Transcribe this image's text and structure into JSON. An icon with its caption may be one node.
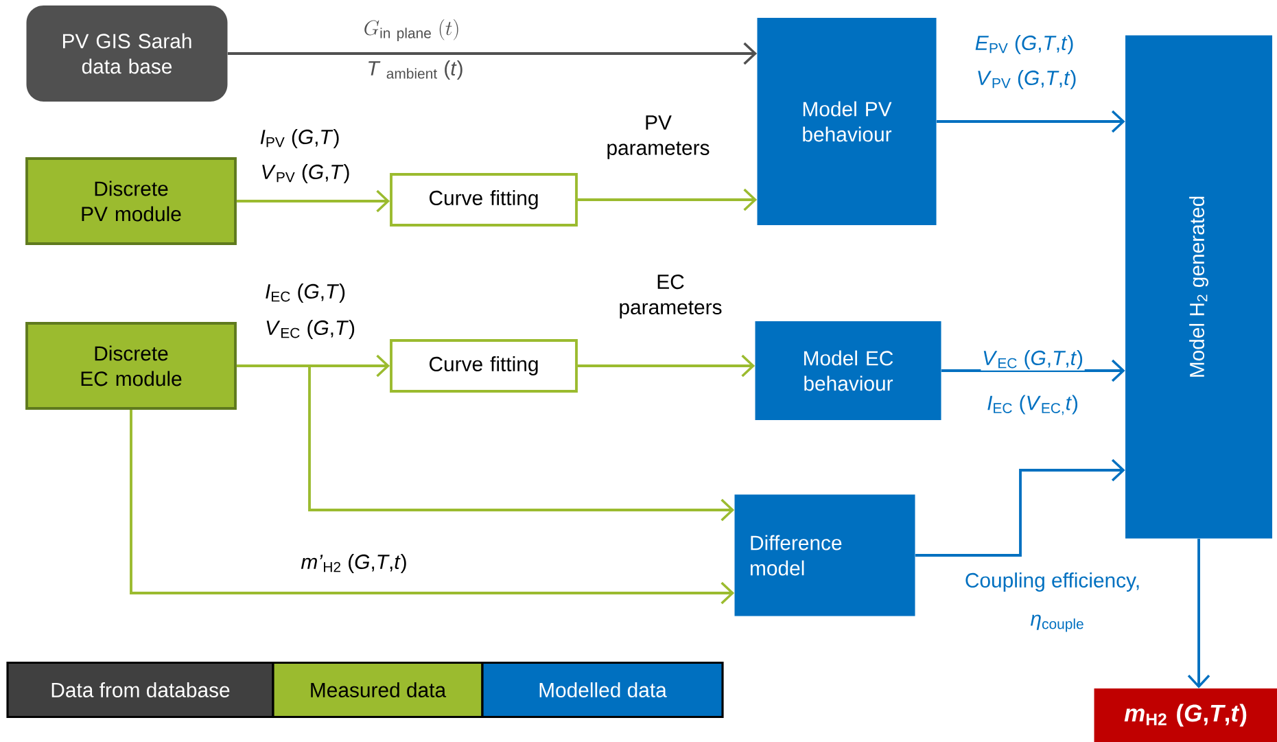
{
  "diagram": {
    "nodes": [
      {
        "text": [
          "PV GIS Sarah data base"
        ]
      },
      {
        "text": [
          "Discrete PV module"
        ]
      },
      {
        "text": [
          "Curve fitting"
        ]
      },
      {
        "text": [
          "Model PV behaviour"
        ]
      },
      {
        "text": [
          "Discrete EC module"
        ]
      },
      {
        "text": [
          "Curve fitting"
        ]
      },
      {
        "text": [
          "Model EC behaviour"
        ]
      },
      {
        "text": [
          "Difference model"
        ]
      },
      {
        "text": [
          "Model  H$_{2}$ generated"
        ]
      },
      {
        "text": [
          "*m*$_{H2}$ (*G*,*T*,*t*)"
        ]
      }
    ],
    "edges": [
      {
        "from": 0,
        "to": 3,
        "arrow": "to",
        "label": "G_{\\mathrm{in\\ plane}}\\ (t)",
        "color": "#505050"
      },
      {
        "from": 1,
        "to": 2,
        "arrow": "to",
        "label": "*I*$_{PV}$ (*G*,*T*)"
      },
      {
        "from": 2,
        "to": 3,
        "arrow": "to",
        "label": "PV parameters"
      },
      {
        "from": 3,
        "to": 8,
        "arrow": "to",
        "label": "*E*$_{PV}$ (*G*,*T*,*t*)",
        "color": "#0070c0"
      },
      {
        "from": 4,
        "to": 5,
        "arrow": "to",
        "label": "*I*$_{EC}$ (*G*,*T*)"
      },
      {
        "from": 5,
        "to": 6,
        "arrow": "to",
        "label": "EC parameters"
      },
      {
        "from": 4,
        "to": 7,
        "arrow": "to"
      },
      {
        "from": 4,
        "to": 7,
        "arrow": "to",
        "label": "*m’*$_{H2}$ (*G*,*T*,*t*)"
      },
      {
        "from": 6,
        "to": 8,
        "arrow": "to",
        "label": "*V*$_{EC}$ (*G*,*T*,*t*)",
        "color": "#0070c0"
      },
      {
        "from": 7,
        "to": 8,
        "arrow": "to",
        "label": "Coupling efficiency,",
        "color": "#0070c0"
      },
      {
        "from": 8,
        "to": 9,
        "arrow": "to",
        "color": "#0070c0"
      }
    ],
    "labels": [
      "*T* $_{ambient}$ (*t*)",
      "*V*$_{PV}$ (*G*,*T*,*t*)",
      "*V*$_{PV}$ (*G*,*T*)",
      "*V*$_{EC}$ (*G*,*T*)",
      "*I*$_{EC}$ (*V*$_{EC,}$*t*)",
      "*η*$_{couple}$"
    ],
    "legend": [
      {
        "text": "Data from database",
        "color": "#404040"
      },
      {
        "text": "Measured data",
        "color": "#9bbb2f"
      },
      {
        "text": "Modelled data",
        "color": "#0070c0"
      }
    ]
  }
}
